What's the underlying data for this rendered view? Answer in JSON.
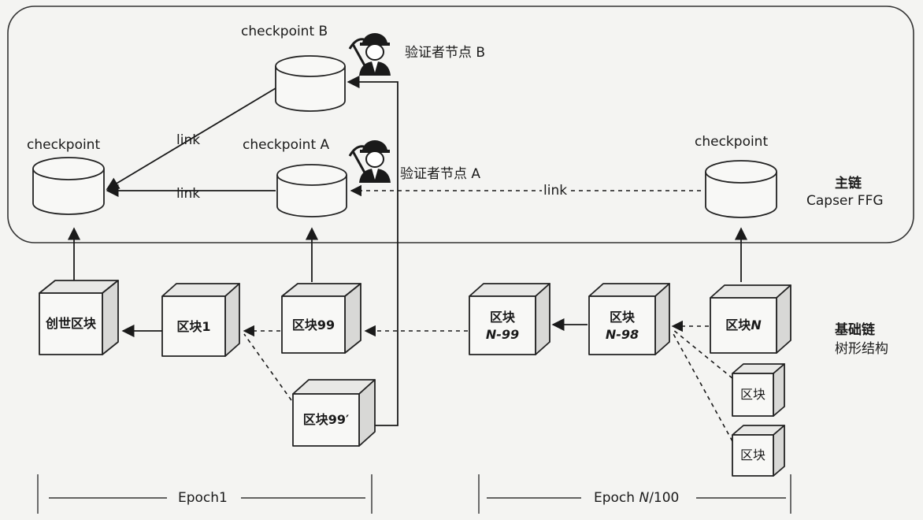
{
  "main_chain": {
    "label": "主链",
    "sublabel": "Capser FFG",
    "checkpoints": {
      "genesis": "checkpoint",
      "a": "checkpoint A",
      "b": "checkpoint B",
      "n": "checkpoint"
    },
    "links": [
      "link",
      "link",
      "link"
    ],
    "validators": {
      "a": "验证者节点 A",
      "b": "验证者节点 B"
    }
  },
  "base_chain": {
    "label": "基础链",
    "sublabel": "树形结构",
    "blocks": {
      "genesis": "创世区块",
      "b1": "区块1",
      "b99": "区块99",
      "b99p": "区块99′",
      "n99_line1": "区块",
      "n99_line2": "N-99",
      "n98_line1": "区块",
      "n98_line2": "N-98",
      "bn_a": "区块",
      "bn_b": "N",
      "fork1": "区块",
      "fork2": "区块"
    }
  },
  "epochs": {
    "e1": "Epoch1",
    "en_a": "Epoch ",
    "en_b": "N",
    "en_c": "/100"
  },
  "icons": {
    "validator": "miner-icon",
    "checkpoint": "database-cylinder-icon",
    "block": "cube-icon"
  }
}
